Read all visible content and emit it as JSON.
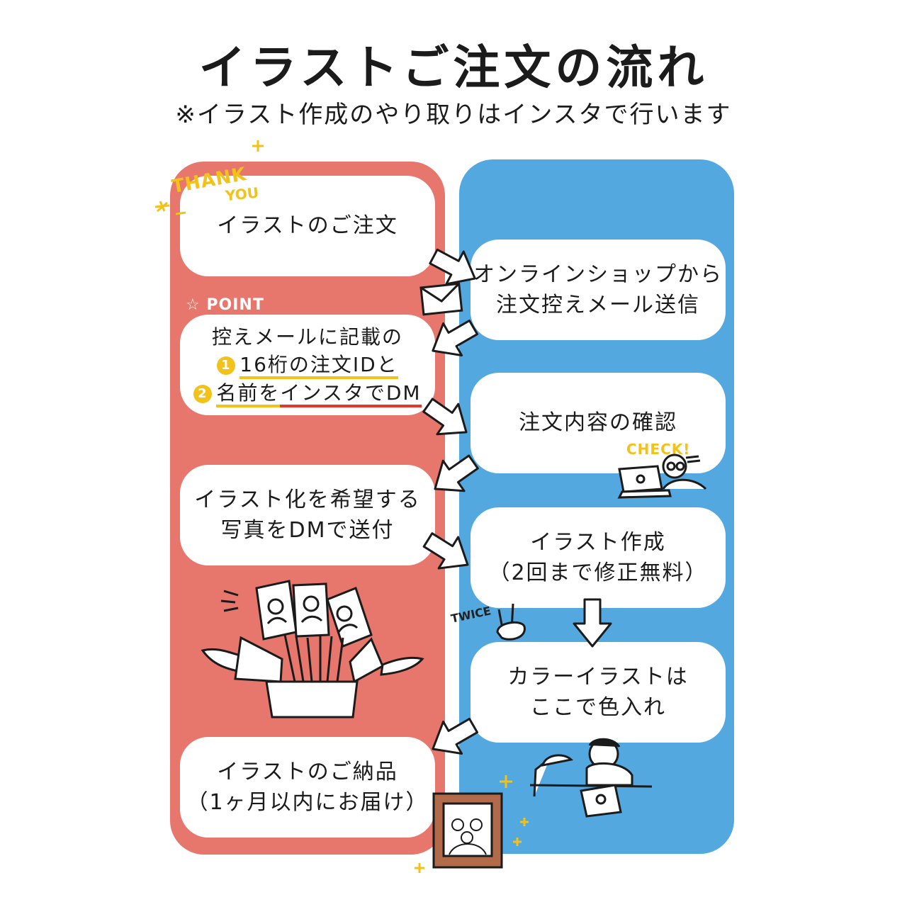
{
  "title": "イラストご注文の流れ",
  "subtitle": "※イラスト作成のやり取りはインスタで行います",
  "left_steps": {
    "order": {
      "line1": "イラストのご注文"
    },
    "dm": {
      "line1": "控えメールに記載の",
      "num1": "1",
      "line2": "16桁の注文IDと",
      "num2": "2",
      "line3a": "名前を",
      "line3b": "インスタでDM"
    },
    "photo": {
      "line1": "イラスト化を希望する",
      "line2": "写真をDMで送付"
    },
    "delivery": {
      "line1": "イラストのご納品",
      "line2": "（1ヶ月以内にお届け）"
    }
  },
  "right_steps": {
    "mail": {
      "line1": "オンラインショップから",
      "line2": "注文控えメール送信"
    },
    "confirm": {
      "line1": "注文内容の確認"
    },
    "create": {
      "line1": "イラスト作成",
      "line2": "（2回まで修正無料）"
    },
    "color": {
      "line1": "カラーイラストは",
      "line2": "ここで色入れ"
    }
  },
  "decorations": {
    "thank": "THANK",
    "you": "YOU",
    "point": "POINT",
    "check": "CHECK!",
    "twice": "TWICE"
  },
  "colors": {
    "left_column": "#e7776c",
    "right_column": "#52a8df",
    "accent_yellow": "#f2c21b",
    "accent_red": "#e2372b",
    "frame_brown": "#b26b4a"
  },
  "icons": [
    "envelope-icon",
    "star-icon",
    "sparkle-icon",
    "laptop-icon",
    "peace-hand-icon",
    "desk-lamp-icon",
    "framed-photo-icon",
    "gift-box-icon",
    "photo-card-icon",
    "arrow-icon"
  ]
}
